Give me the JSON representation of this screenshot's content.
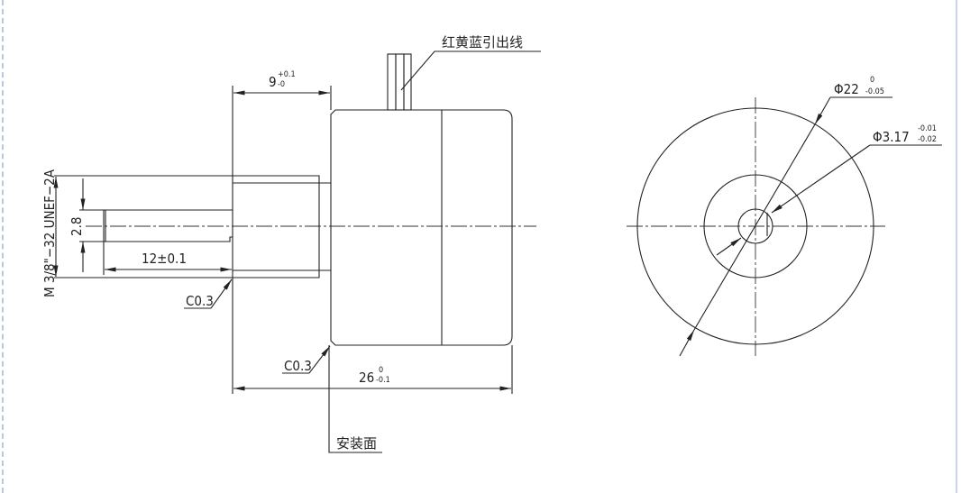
{
  "drawing": {
    "wire_label": "红黄蓝引出线",
    "mount_face_label": "安装面",
    "thread_spec": "M 3/8\"−32 UNEF−2A",
    "dim_bushing_length": {
      "nominal": "9",
      "upper": "+0.1",
      "lower": "-0"
    },
    "dim_shaft_diameter": "2.8",
    "dim_shaft_length": "12±0.1",
    "chamfer_shaft": "C0.3",
    "chamfer_body": "C0.3",
    "dim_total_length": {
      "nominal": "26",
      "upper": "0",
      "lower": "-0.1"
    },
    "dim_body_diameter": {
      "nominal": "Φ22",
      "upper": "0",
      "lower": "-0.05"
    },
    "dim_shaft_dia_front": {
      "nominal": "Φ3.17",
      "upper": "-0.01",
      "lower": "-0.02"
    }
  }
}
